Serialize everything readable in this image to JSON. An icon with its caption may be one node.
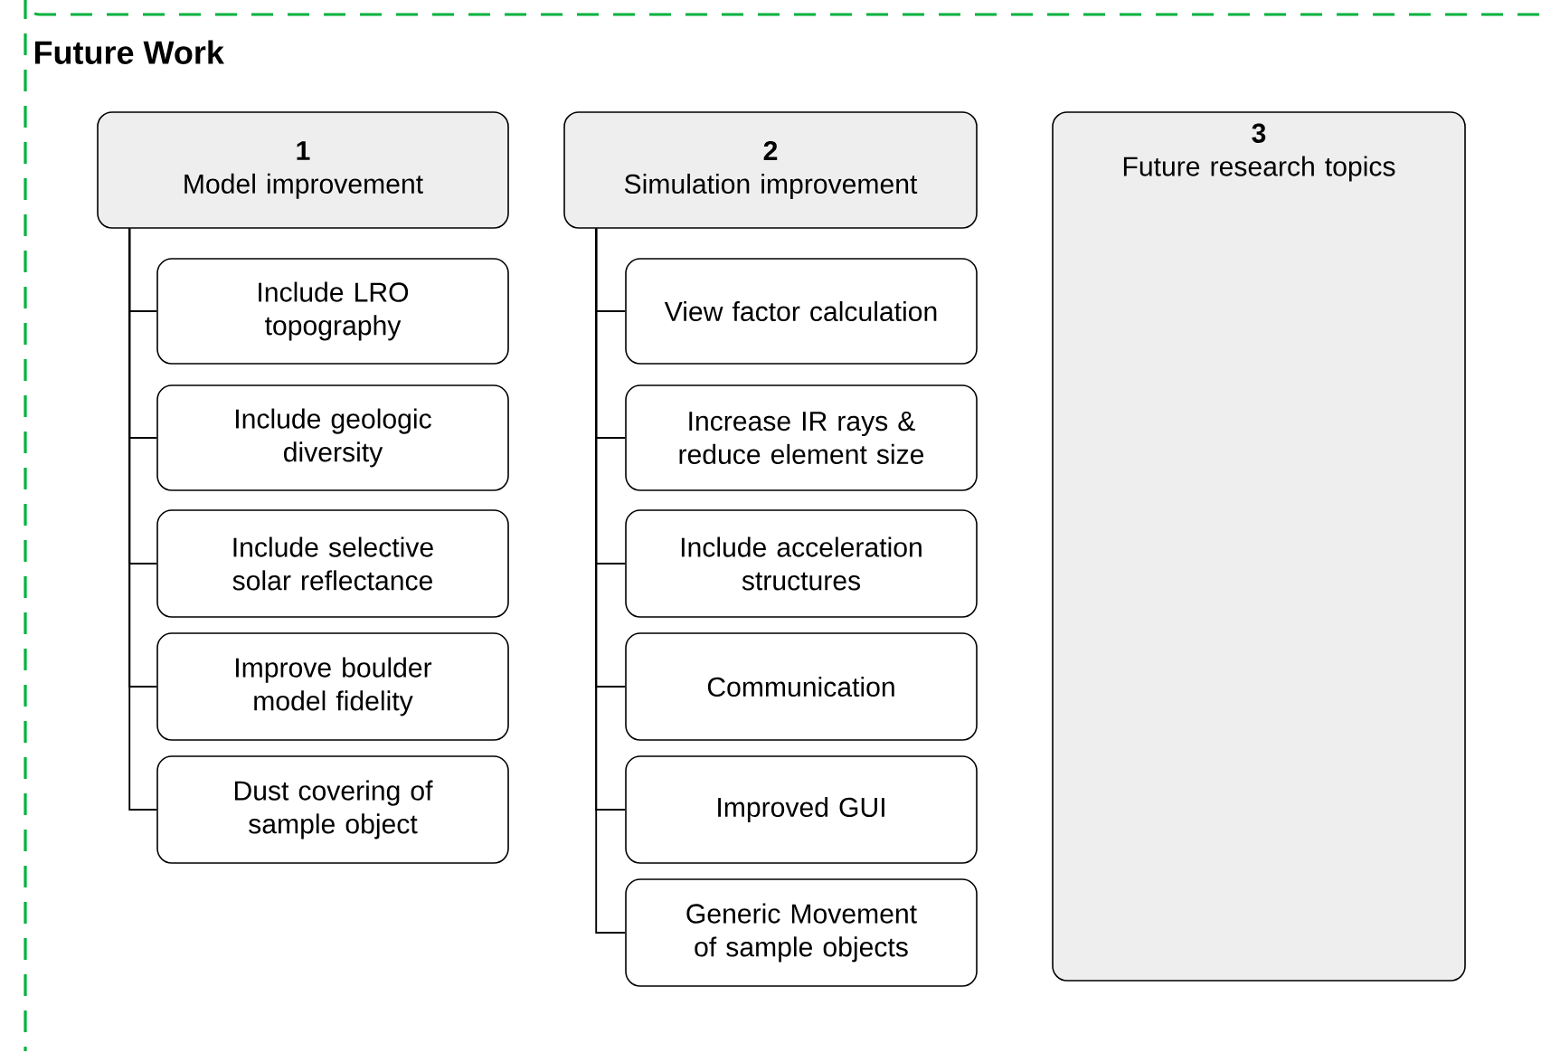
{
  "diagram": {
    "nodes": [
      {
        "text": [
          "Future Work"
        ]
      },
      {
        "text": [
          "1",
          "Model improvement"
        ],
        "in": 0
      },
      {
        "text": [
          "Include LRO topography"
        ],
        "in": 0
      },
      {
        "text": [
          "Include geologic diversity"
        ],
        "in": 0
      },
      {
        "text": [
          "Include selective solar reflectance"
        ],
        "in": 0
      },
      {
        "text": [
          "Improve boulder model fidelity"
        ],
        "in": 0
      },
      {
        "text": [
          "Dust covering of sample object"
        ],
        "in": 0
      },
      {
        "text": [
          "2",
          "Simulation improvement"
        ],
        "in": 0
      },
      {
        "text": [
          "View factor calculation"
        ],
        "in": 0
      },
      {
        "text": [
          "Increase IR rays & reduce element size"
        ],
        "in": 0
      },
      {
        "text": [
          "Include acceleration structures"
        ],
        "in": 0
      },
      {
        "text": [
          "Communication"
        ],
        "in": 0
      },
      {
        "text": [
          "Improved GUI"
        ],
        "in": 0
      },
      {
        "text": [
          "Generic Movement of sample objects"
        ],
        "in": 0
      },
      {
        "text": [
          "3",
          "Future research topics"
        ],
        "in": 0
      }
    ],
    "edges": [
      {
        "from": 1,
        "to": 2,
        "arrow": "none"
      },
      {
        "from": 1,
        "to": 3,
        "arrow": "none"
      },
      {
        "from": 1,
        "to": 4,
        "arrow": "none"
      },
      {
        "from": 1,
        "to": 5,
        "arrow": "none"
      },
      {
        "from": 1,
        "to": 6,
        "arrow": "none"
      },
      {
        "from": 7,
        "to": 8,
        "arrow": "none"
      },
      {
        "from": 7,
        "to": 9,
        "arrow": "none"
      },
      {
        "from": 7,
        "to": 10,
        "arrow": "none"
      },
      {
        "from": 7,
        "to": 11,
        "arrow": "none"
      },
      {
        "from": 7,
        "to": 12,
        "arrow": "none"
      },
      {
        "from": 7,
        "to": 13,
        "arrow": "none"
      }
    ]
  }
}
